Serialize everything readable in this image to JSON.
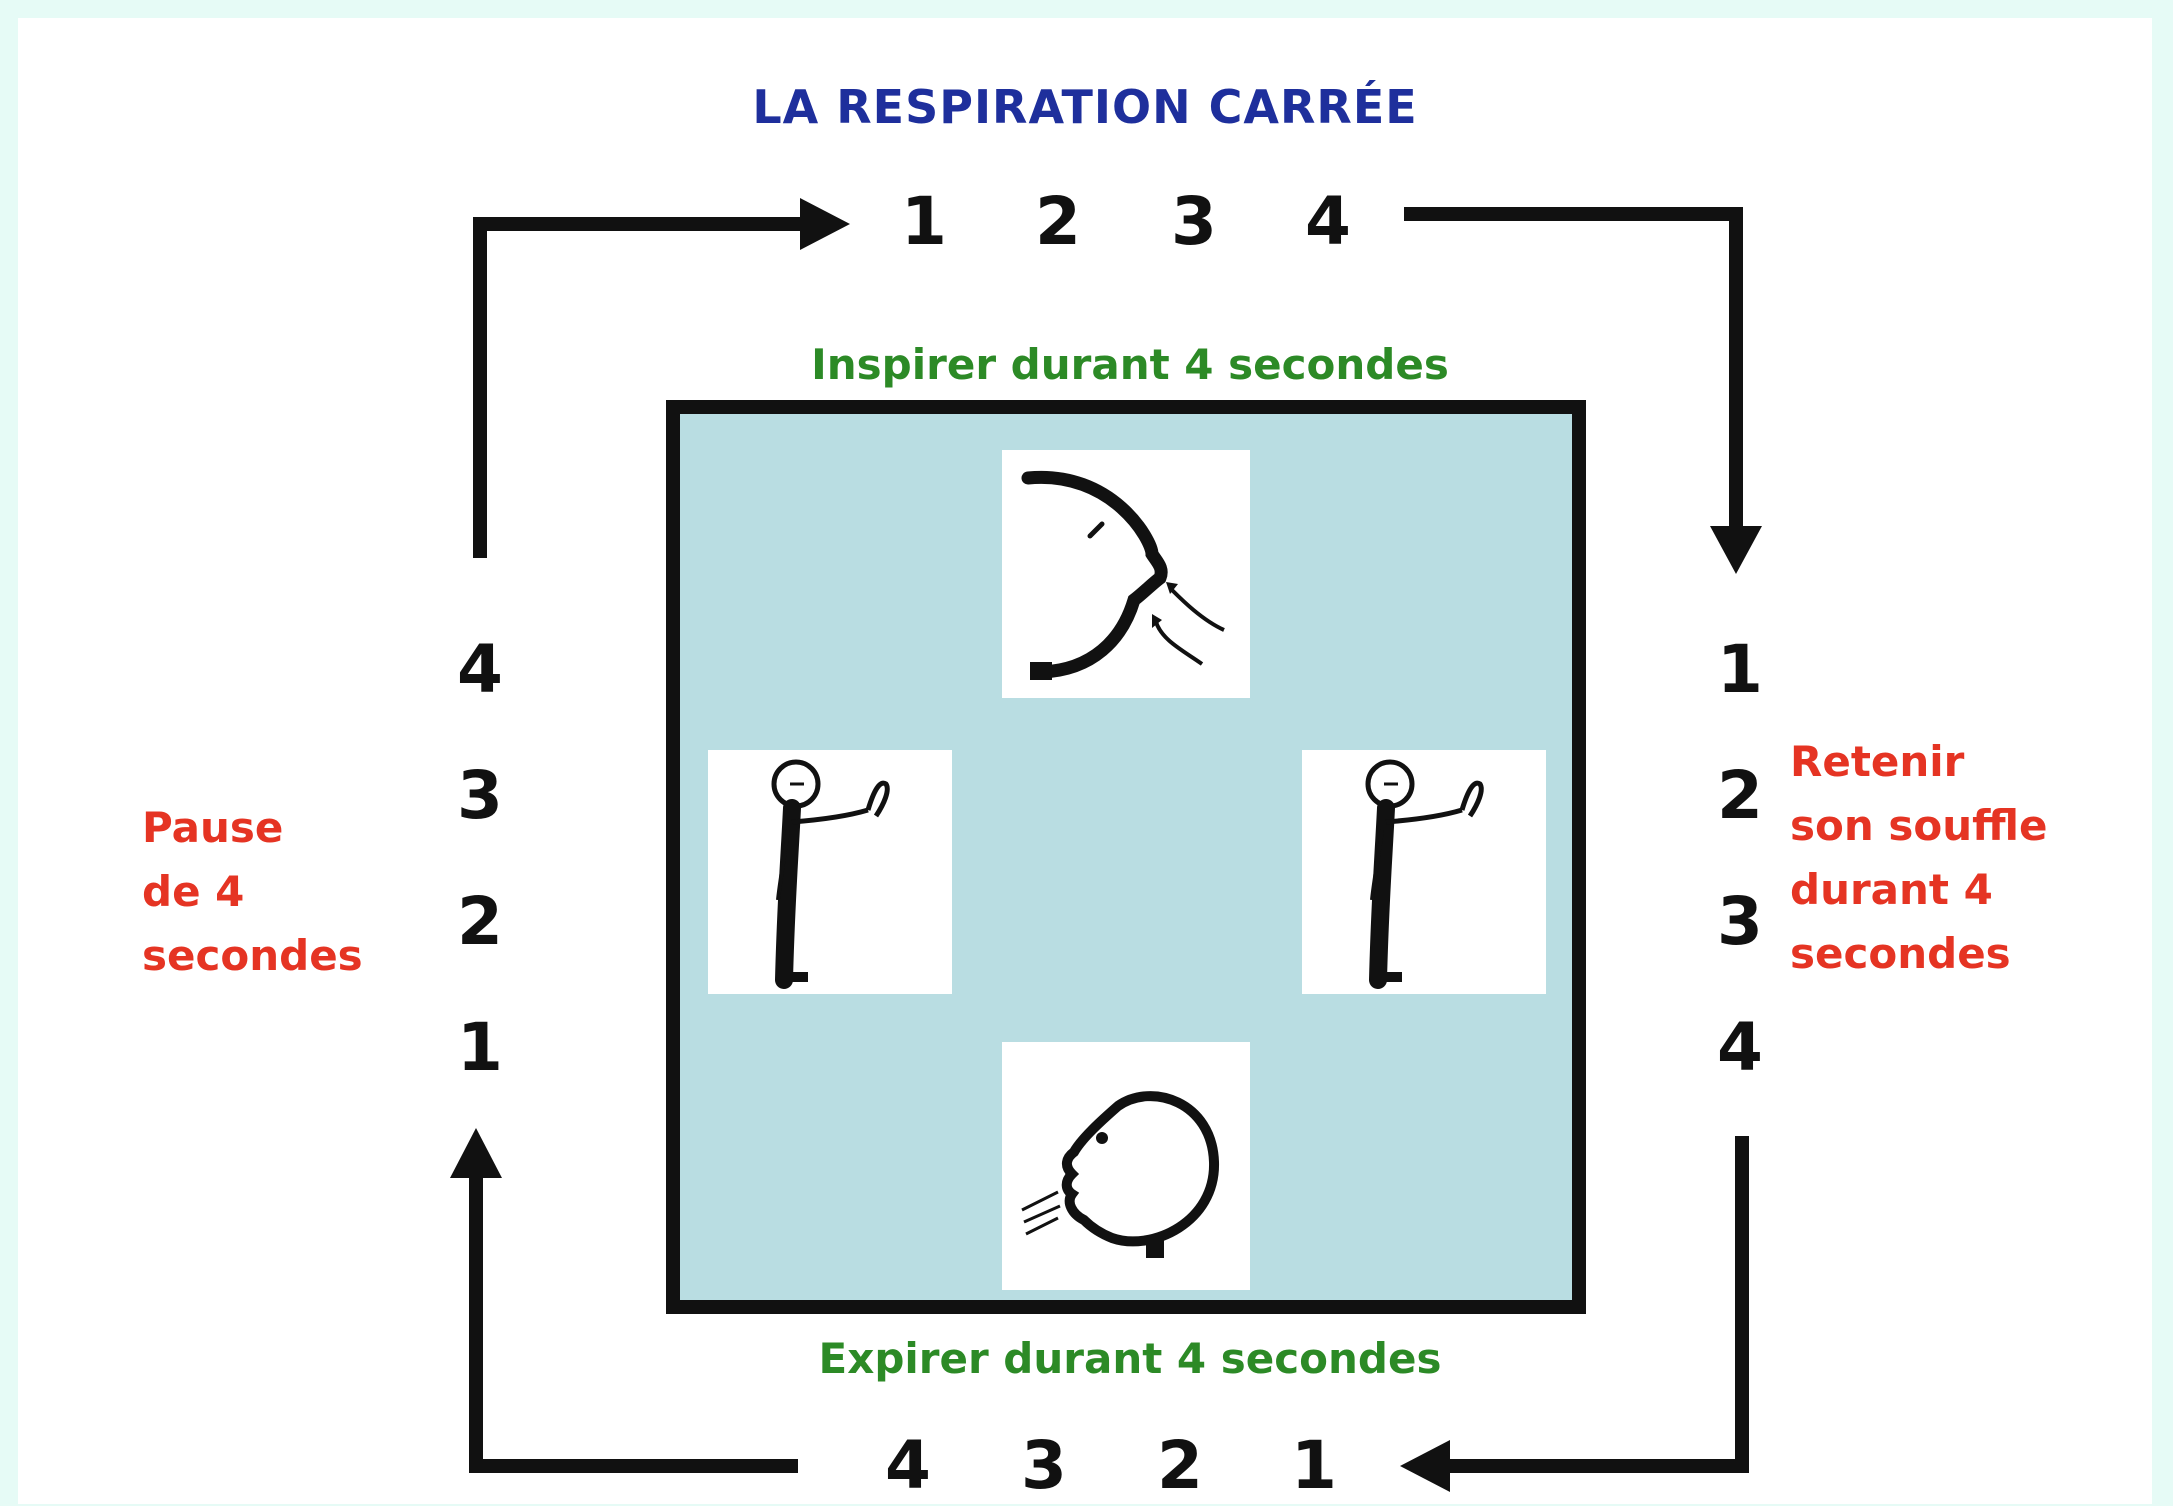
{
  "title": "LA RESPIRATION CARRÉE",
  "top_counts": [
    "1",
    "2",
    "3",
    "4"
  ],
  "right_counts": [
    "1",
    "2",
    "3",
    "4"
  ],
  "bottom_counts": [
    "4",
    "3",
    "2",
    "1"
  ],
  "left_counts": [
    "4",
    "3",
    "2",
    "1"
  ],
  "inhale_label": "Inspirer durant 4 secondes",
  "exhale_label": "Expirer durant 4 secondes",
  "hold_label": [
    "Retenir",
    "son souffle",
    "durant 4",
    "secondes"
  ],
  "pause_label": [
    "Pause",
    "de 4",
    "secondes"
  ],
  "icons": {
    "top": "inhale-face-icon",
    "left": "stop-hand-person-icon",
    "right": "stop-hand-person-icon",
    "bottom": "exhale-face-icon"
  },
  "colors": {
    "title": "#1e2f9c",
    "phase_green": "#2c8a26",
    "phase_red": "#e53423",
    "box_fill": "#b9dde2"
  }
}
